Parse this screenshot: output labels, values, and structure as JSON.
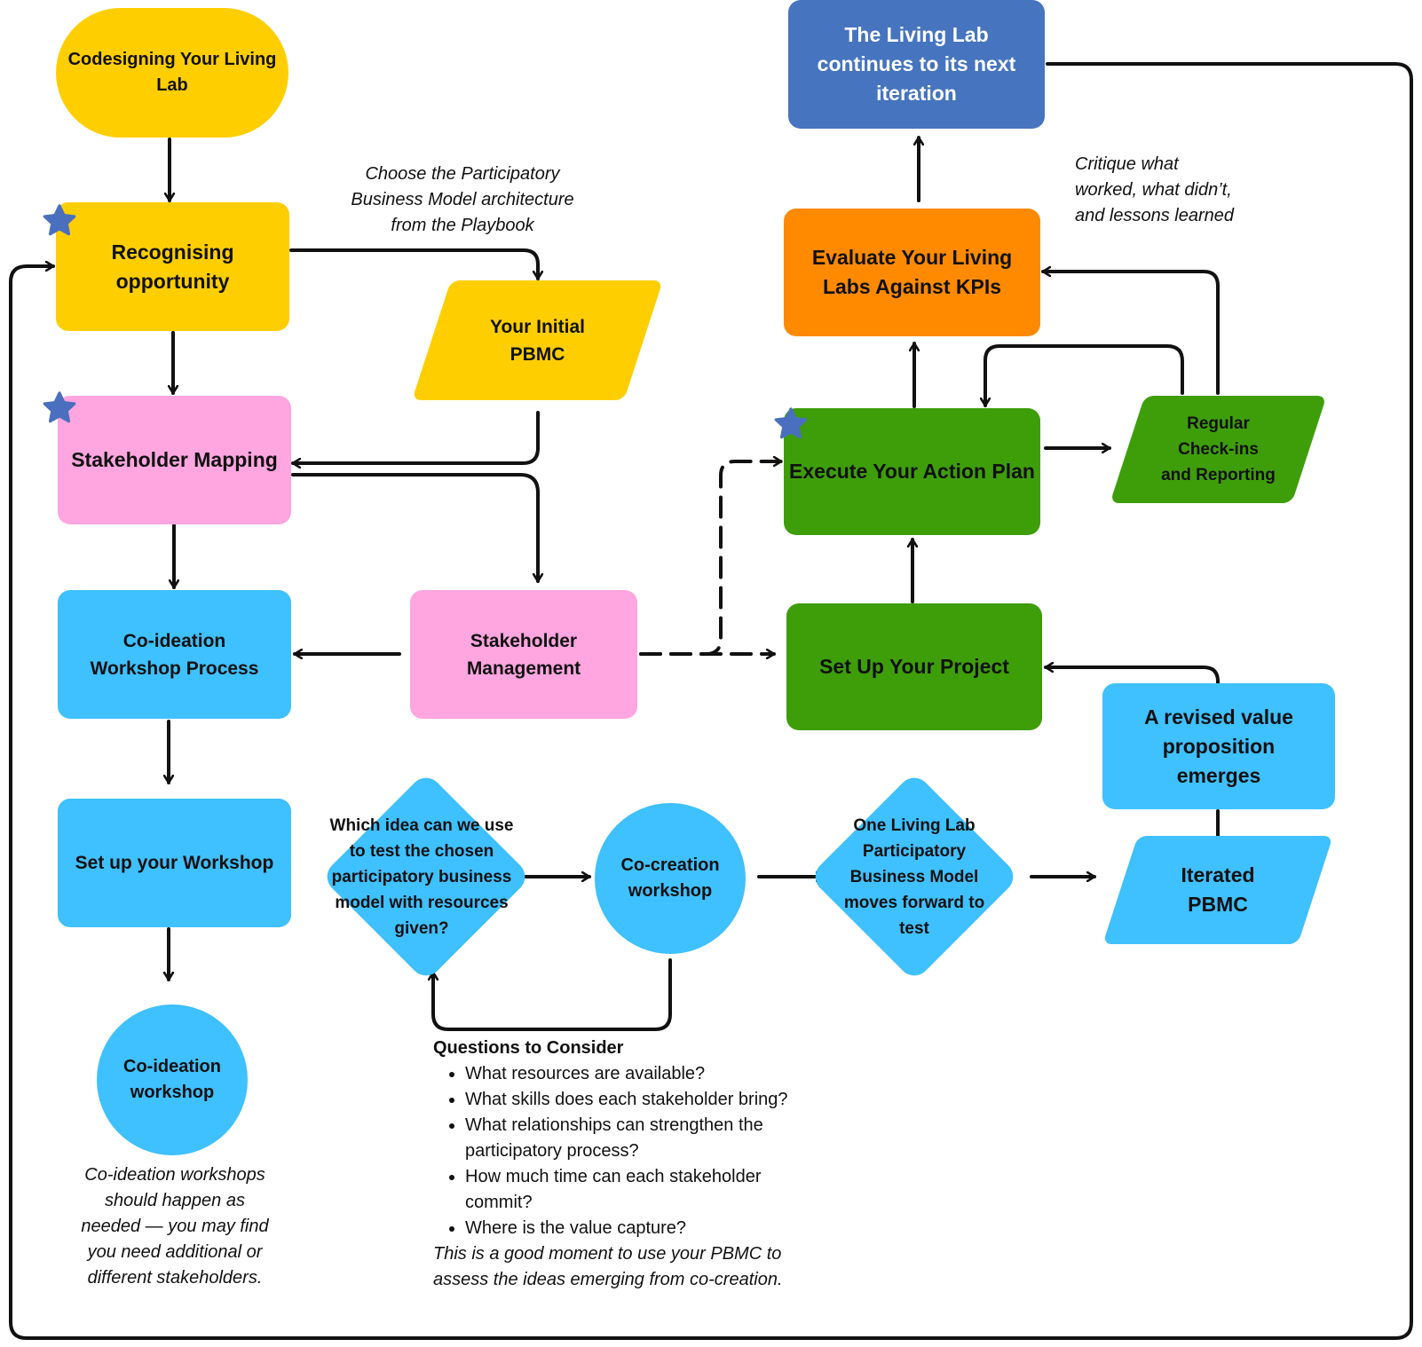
{
  "colors": {
    "yellow": "#FFCE00",
    "pink": "#FFA5E0",
    "blue": "#3FC0FF",
    "green": "#3E9E0A",
    "orange": "#FF8A00",
    "steel_blue": "#4674BE",
    "star": "#4A6FBE",
    "line": "#111111"
  },
  "icons": {
    "star": "star-icon"
  },
  "nodes": {
    "codesigning": "Codesigning Your Living Lab",
    "recognising": "Recognising opportunity",
    "initial_pbmc": "Your Initial PBMC",
    "stakeholder_mapping": "Stakeholder Mapping",
    "co_ideation_process": "Co-ideation Workshop Process",
    "stakeholder_management": "Stakeholder Management",
    "setup_workshop": "Set up your Workshop",
    "co_ideation_workshop": "Co-ideation workshop",
    "which_idea": "Which idea can we use to test the chosen participatory business model with resources given?",
    "co_creation_workshop": "Co-creation workshop",
    "one_living_lab": "One Living Lab Participatory Business Model moves forward to test",
    "iterated_pbmc": "Iterated PBMC",
    "revised_value": "A revised value proposition emerges",
    "setup_project": "Set Up Your Project",
    "execute_plan": "Execute Your Action Plan",
    "regular_checkins": "Regular Check-ins and Reporting",
    "evaluate": "Evaluate Your Living Labs Against KPIs",
    "next_iteration": "The Living Lab continues to its next iteration"
  },
  "notes": {
    "choose_architecture": "Choose the Participatory Business Model architecture from the Playbook",
    "critique": "Critique what worked, what didn’t, and lessons learned",
    "co_ideation_note": "Co-ideation workshops should happen as needed — you may find you need additional or different stakeholders."
  },
  "questions": {
    "title": "Questions to Consider",
    "items": [
      "What resources are available?",
      "What skills does each stakeholder bring?",
      "What relationships can strengthen the participatory process?",
      "How much time can each stakeholder commit?",
      "Where is the value capture?"
    ],
    "footer": "This is a good moment to use your PBMC to assess the ideas emerging from co-creation."
  }
}
